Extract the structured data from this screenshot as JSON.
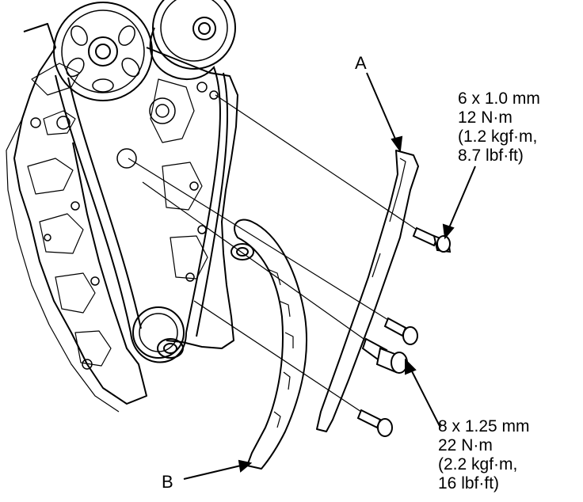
{
  "callouts": {
    "a": "A",
    "b": "B"
  },
  "specs": {
    "top": {
      "size": "6 x 1.0 mm",
      "torque_nm": "12 N·m",
      "torque_kgf": "(1.2 kgf·m,",
      "torque_lbf": "8.7 lbf·ft)"
    },
    "bottom": {
      "size": "8 x 1.25 mm",
      "torque_nm": "22 N·m",
      "torque_kgf": "(2.2 kgf·m,",
      "torque_lbf": "16 lbf·ft)"
    }
  }
}
